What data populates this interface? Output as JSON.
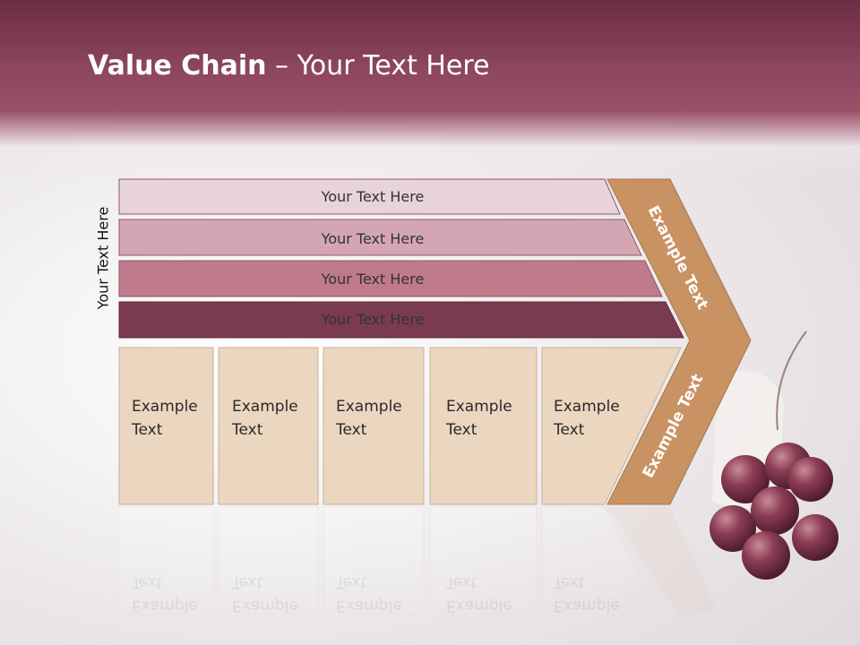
{
  "title": {
    "bold": "Value Chain",
    "rest": " – Your Text Here"
  },
  "side_label": "Your Text Here",
  "rows": [
    {
      "label": "Your Text Here",
      "color": "#e8d3da"
    },
    {
      "label": "Your Text Here",
      "color": "#d4a6b3"
    },
    {
      "label": "Your Text Here",
      "color": "#bf7a8c"
    },
    {
      "label": "Your Text Here",
      "color": "#7a3b50"
    }
  ],
  "boxes": [
    {
      "line1": "Example",
      "line2": "Text"
    },
    {
      "line1": "Example",
      "line2": "Text"
    },
    {
      "line1": "Example",
      "line2": "Text"
    },
    {
      "line1": "Example",
      "line2": "Text"
    },
    {
      "line1": "Example",
      "line2": "Text"
    }
  ],
  "chevron": {
    "upper": "Example Text",
    "lower": "Example Text",
    "color": "#c99262"
  },
  "colors": {
    "header": "#8e4760",
    "box_fill": "#ebd6c0",
    "box_stroke": "#c9b09a"
  }
}
